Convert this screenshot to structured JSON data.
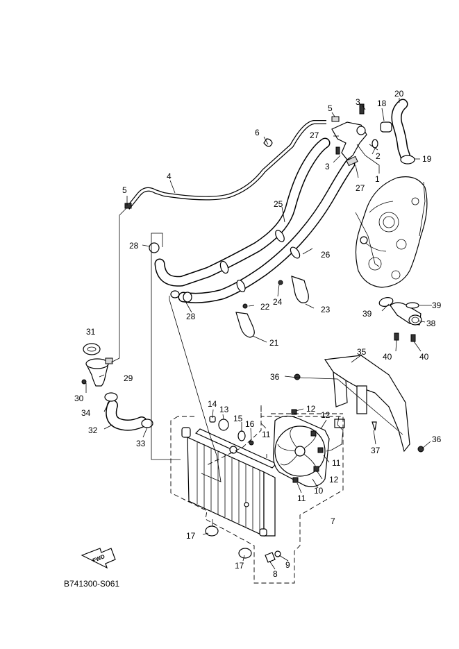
{
  "diagram": {
    "code": "B741300-S061",
    "fwd_label": "FWD",
    "callouts": {
      "c1": "1",
      "c2": "2",
      "c3a": "3",
      "c3b": "3",
      "c4": "4",
      "c5a": "5",
      "c5b": "5",
      "c6": "6",
      "c7": "7",
      "c8": "8",
      "c9": "9",
      "c10": "10",
      "c11a": "11",
      "c11b": "11",
      "c11c": "11",
      "c12a": "12",
      "c12b": "12",
      "c12c": "12",
      "c13": "13",
      "c14": "14",
      "c15": "15",
      "c16": "16",
      "c17a": "17",
      "c17b": "17",
      "c18": "18",
      "c19": "19",
      "c20": "20",
      "c21": "21",
      "c22": "22",
      "c23": "23",
      "c24": "24",
      "c25": "25",
      "c26": "26",
      "c27a": "27",
      "c27b": "27",
      "c28a": "28",
      "c28b": "28",
      "c29": "29",
      "c30": "30",
      "c31": "31",
      "c32": "32",
      "c33": "33",
      "c34": "34",
      "c35": "35",
      "c36a": "36",
      "c36b": "36",
      "c37": "37",
      "c38": "38",
      "c39a": "39",
      "c39b": "39",
      "c40a": "40",
      "c40b": "40"
    }
  }
}
